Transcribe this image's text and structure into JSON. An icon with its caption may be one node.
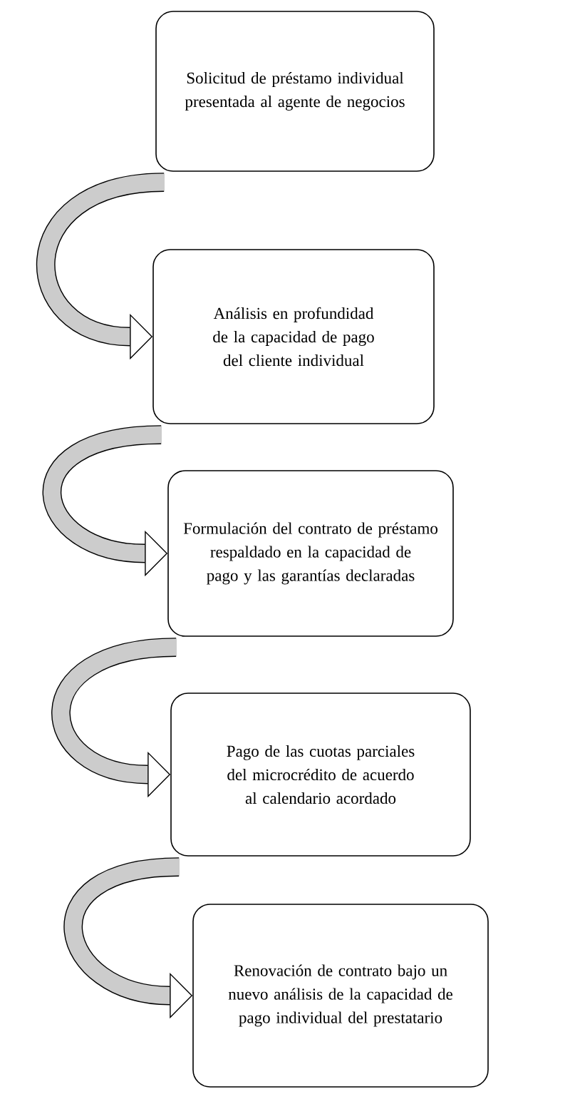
{
  "diagram": {
    "nodes": [
      {
        "text": [
          "Solicitud de préstamo individual presentada al agente de negocios"
        ]
      },
      {
        "text": [
          "Análisis en profundidad de la capacidad de pago del cliente individual"
        ]
      },
      {
        "text": [
          "Formulación del contrato de préstamo respaldado en  la capacidad de pago y las garantías declaradas"
        ]
      },
      {
        "text": [
          "Pago de las cuotas parciales del microcrédito de acuerdo al calendario acordado"
        ]
      },
      {
        "text": [
          "Renovación de contrato  bajo un nuevo análisis de la capacidad de pago individual del prestatario"
        ]
      }
    ],
    "edges": [
      {
        "from": 0,
        "to": 1,
        "arrow": "to"
      },
      {
        "from": 1,
        "to": 2,
        "arrow": "to"
      },
      {
        "from": 2,
        "to": 3,
        "arrow": "to"
      },
      {
        "from": 3,
        "to": 4,
        "arrow": "to"
      }
    ]
  }
}
